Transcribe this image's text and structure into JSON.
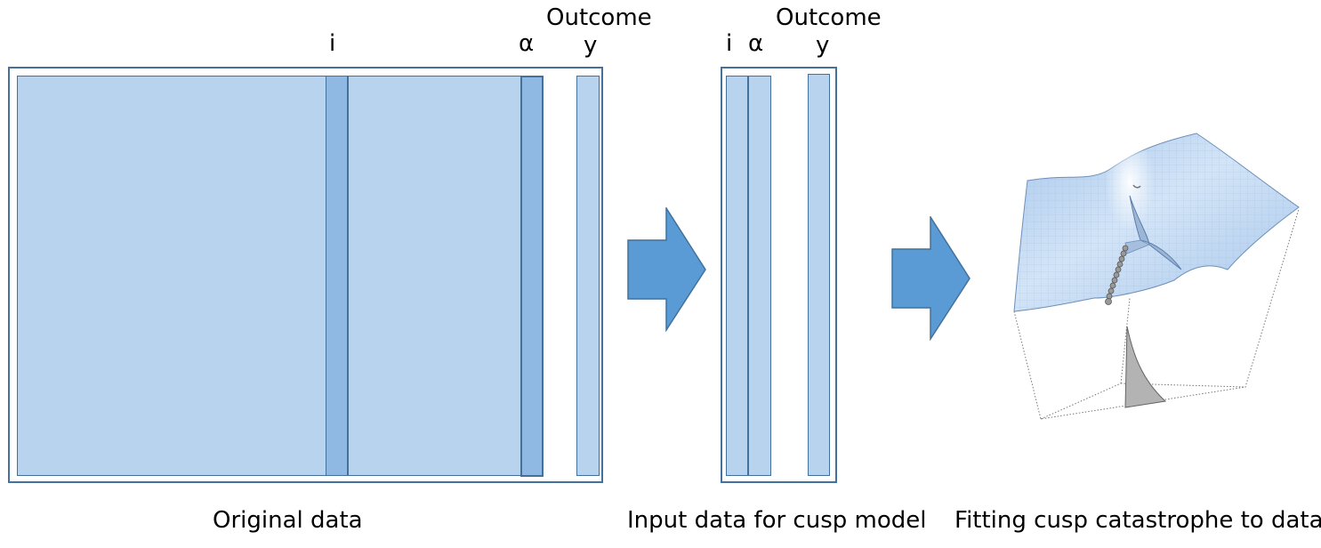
{
  "panel1": {
    "col_i_label": "i",
    "col_alpha_label": "α",
    "outcome_label": "Outcome",
    "col_y_label": "y",
    "caption": "Original data"
  },
  "panel2": {
    "col_i_label": "i",
    "col_alpha_label": "α",
    "outcome_label": "Outcome",
    "col_y_label": "y",
    "caption": "Input data for cusp model"
  },
  "panel3": {
    "caption": "Fitting cusp catastrophe to data",
    "graphic": "cusp-catastrophe-surface"
  },
  "colors": {
    "border": "#41719c",
    "data_fill": "#b8d3ee",
    "selected_column_fill": "#8fb8e2",
    "arrow_fill": "#5b9bd5",
    "surface_fill": "#bcd6f2"
  },
  "icons": [
    "right-arrow-icon",
    "right-arrow-icon"
  ]
}
